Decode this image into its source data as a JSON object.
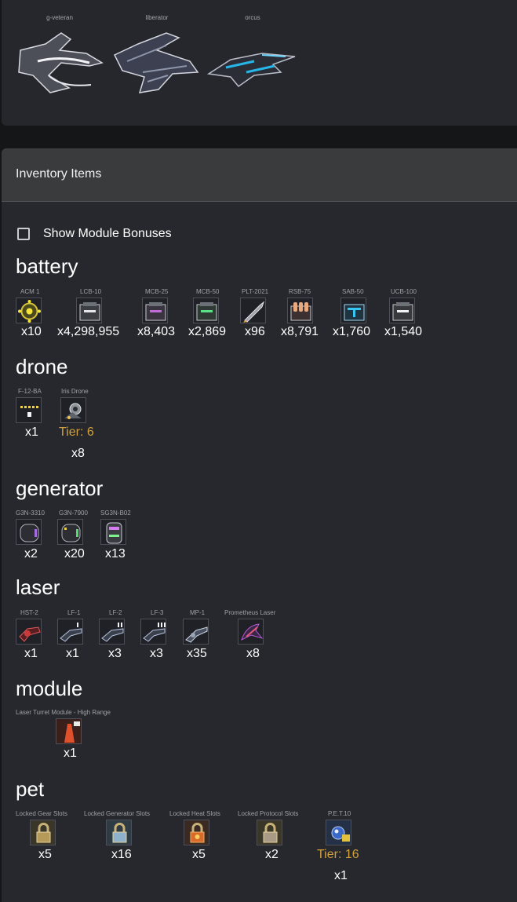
{
  "ships": [
    {
      "name": "g-veteran",
      "icon": "g-veteran-ship-icon"
    },
    {
      "name": "liberator",
      "icon": "liberator-ship-icon"
    },
    {
      "name": "orcus",
      "icon": "orcus-ship-icon"
    }
  ],
  "inventory": {
    "title": "Inventory Items",
    "toggle_label": "Show Module Bonuses",
    "toggle_checked": false,
    "categories": [
      {
        "name": "battery",
        "items": [
          {
            "name": "ACM 1",
            "qty": "x10",
            "icon": "mine-icon"
          },
          {
            "name": "LCB-10",
            "qty": "x4,298,955",
            "icon": "ammo-box-icon"
          },
          {
            "name": "MCB-25",
            "qty": "x8,403",
            "icon": "ammo-box-icon"
          },
          {
            "name": "MCB-50",
            "qty": "x2,869",
            "icon": "ammo-box-icon"
          },
          {
            "name": "PLT-2021",
            "qty": "x96",
            "icon": "rocket-icon"
          },
          {
            "name": "RSB-75",
            "qty": "x8,791",
            "icon": "ammo-box-icon"
          },
          {
            "name": "SAB-50",
            "qty": "x1,760",
            "icon": "ammo-box-icon"
          },
          {
            "name": "UCB-100",
            "qty": "x1,540",
            "icon": "ammo-box-icon"
          }
        ]
      },
      {
        "name": "drone",
        "items": [
          {
            "name": "F-12-BA",
            "qty": "x1",
            "icon": "drone-formation-icon"
          },
          {
            "name": "Iris Drone",
            "tier": "Tier: 6",
            "qty": "x8",
            "icon": "iris-drone-icon"
          }
        ]
      },
      {
        "name": "generator",
        "items": [
          {
            "name": "G3N-3310",
            "qty": "x2",
            "icon": "speed-generator-icon"
          },
          {
            "name": "G3N-7900",
            "qty": "x20",
            "icon": "speed-generator-icon"
          },
          {
            "name": "SG3N-B02",
            "qty": "x13",
            "icon": "shield-generator-icon"
          }
        ]
      },
      {
        "name": "laser",
        "items": [
          {
            "name": "HST-2",
            "qty": "x1",
            "icon": "laser-cannon-icon"
          },
          {
            "name": "LF-1",
            "qty": "x1",
            "icon": "laser-cannon-icon"
          },
          {
            "name": "LF-2",
            "qty": "x3",
            "icon": "laser-cannon-icon"
          },
          {
            "name": "LF-3",
            "qty": "x3",
            "icon": "laser-cannon-icon"
          },
          {
            "name": "MP-1",
            "qty": "x35",
            "icon": "laser-cannon-icon"
          },
          {
            "name": "Prometheus Laser",
            "qty": "x8",
            "icon": "prometheus-laser-icon"
          }
        ]
      },
      {
        "name": "module",
        "items": [
          {
            "name": "Laser Turret Module - High Range",
            "qty": "x1",
            "icon": "turret-module-icon"
          }
        ]
      },
      {
        "name": "pet",
        "items": [
          {
            "name": "Locked Gear Slots",
            "qty": "x5",
            "icon": "lock-icon"
          },
          {
            "name": "Locked Generator Slots",
            "qty": "x16",
            "icon": "lock-icon"
          },
          {
            "name": "Locked Heat Slots",
            "qty": "x5",
            "icon": "heat-slot-icon"
          },
          {
            "name": "Locked Protocol Slots",
            "qty": "x2",
            "icon": "lock-icon"
          },
          {
            "name": "P.E.T.10",
            "tier": "Tier: 16",
            "qty": "x1",
            "icon": "pet-icon"
          }
        ]
      }
    ]
  }
}
